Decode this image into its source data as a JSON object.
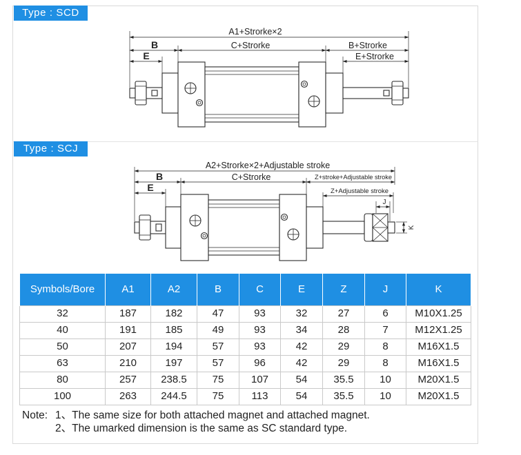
{
  "colors": {
    "accent": "#1f8fe3",
    "frame": "#d9d9d9",
    "drawing": "#2a2a2a",
    "table_border": "#c9c9c9",
    "text": "#222222"
  },
  "scd": {
    "type_label": "Type : SCD",
    "dimensions": {
      "overall": "A1+Strorke×2",
      "b": "B",
      "c_stroke": "C+Strorke",
      "b_stroke": "B+Strorke",
      "e": "E",
      "e_stroke": "E+Strorke"
    }
  },
  "scj": {
    "type_label": "Type : SCJ",
    "dimensions": {
      "overall": "A2+Strorke×2+Adjustable stroke",
      "b": "B",
      "c_stroke": "C+Strorke",
      "z_stroke_adjustable": "Z+stroke+Adjustable stroke",
      "e": "E",
      "z_adjustable": "Z+Adjustable stroke",
      "j": "J",
      "k": "K"
    }
  },
  "table": {
    "headers": [
      "Symbols/Bore",
      "A1",
      "A2",
      "B",
      "C",
      "E",
      "Z",
      "J",
      "K"
    ],
    "rows": [
      [
        "32",
        "187",
        "182",
        "47",
        "93",
        "32",
        "27",
        "6",
        "M10X1.25"
      ],
      [
        "40",
        "191",
        "185",
        "49",
        "93",
        "34",
        "28",
        "7",
        "M12X1.25"
      ],
      [
        "50",
        "207",
        "194",
        "57",
        "93",
        "42",
        "29",
        "8",
        "M16X1.5"
      ],
      [
        "63",
        "210",
        "197",
        "57",
        "96",
        "42",
        "29",
        "8",
        "M16X1.5"
      ],
      [
        "80",
        "257",
        "238.5",
        "75",
        "107",
        "54",
        "35.5",
        "10",
        "M20X1.5"
      ],
      [
        "100",
        "263",
        "244.5",
        "75",
        "113",
        "54",
        "35.5",
        "10",
        "M20X1.5"
      ]
    ]
  },
  "notes": {
    "label": "Note:",
    "items": [
      "1、The same size for both attached magnet and attached magnet.",
      "2、The umarked dimension is the same as SC standard type."
    ]
  }
}
